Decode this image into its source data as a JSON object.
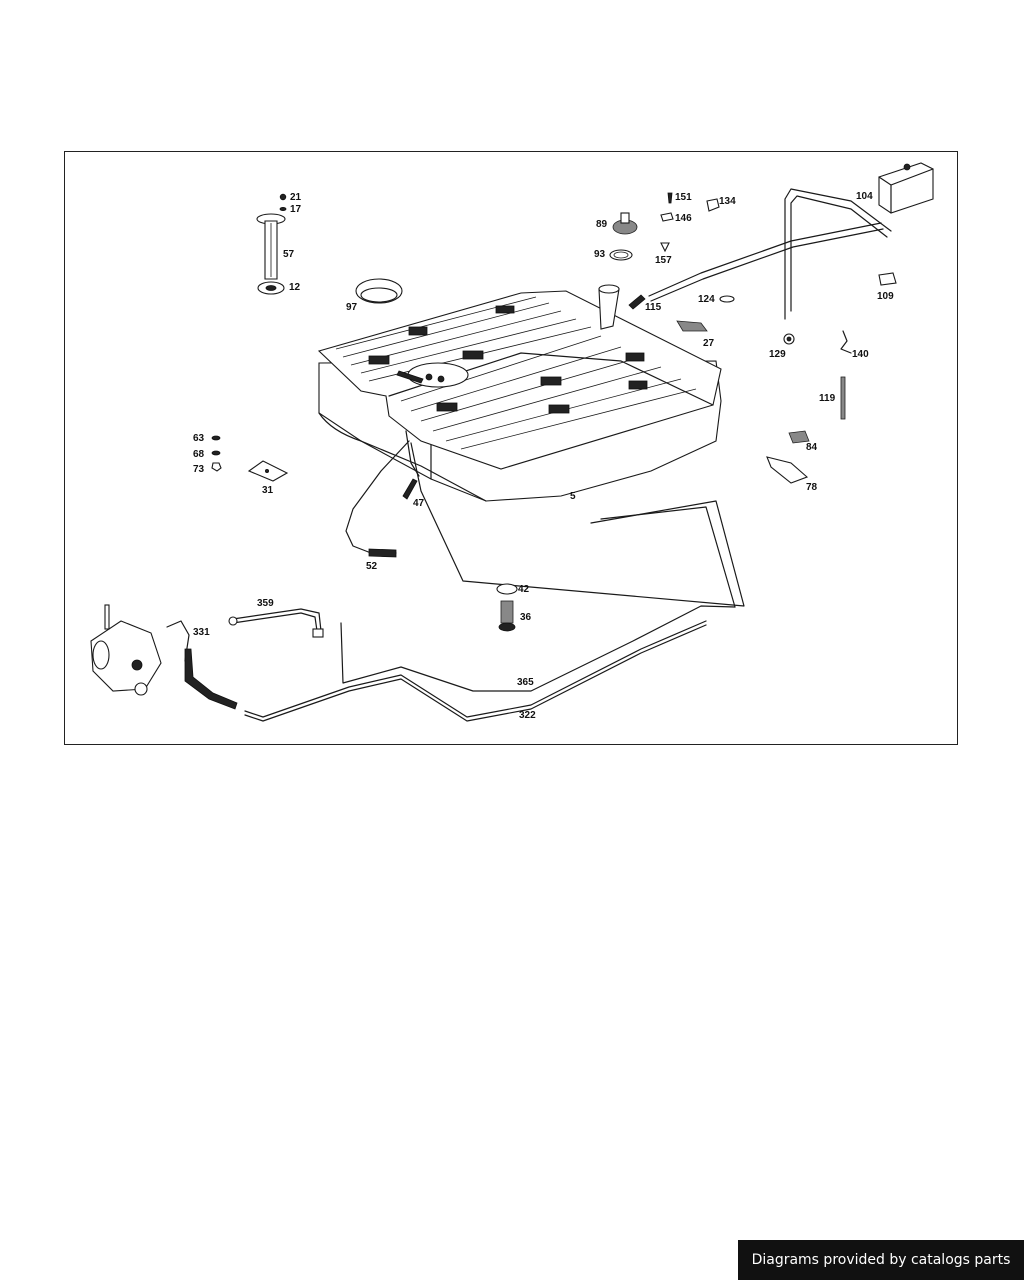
{
  "diagram": {
    "labels": {
      "p21": "21",
      "p17": "17",
      "p57": "57",
      "p12": "12",
      "p97": "97",
      "p151": "151",
      "p146": "146",
      "p134": "134",
      "p89": "89",
      "p93": "93",
      "p157": "157",
      "p104": "104",
      "p109": "109",
      "p115": "115",
      "p124": "124",
      "p27": "27",
      "p129": "129",
      "p140": "140",
      "p119": "119",
      "p84": "84",
      "p78": "78",
      "p63": "63",
      "p68": "68",
      "p73": "73",
      "p31": "31",
      "p47": "47",
      "p5": "5",
      "p52": "52",
      "p42": "42",
      "p36": "36",
      "p359": "359",
      "p331": "331",
      "p365": "365",
      "p322": "322"
    }
  },
  "footer": {
    "text": "Diagrams provided by catalogs parts"
  }
}
